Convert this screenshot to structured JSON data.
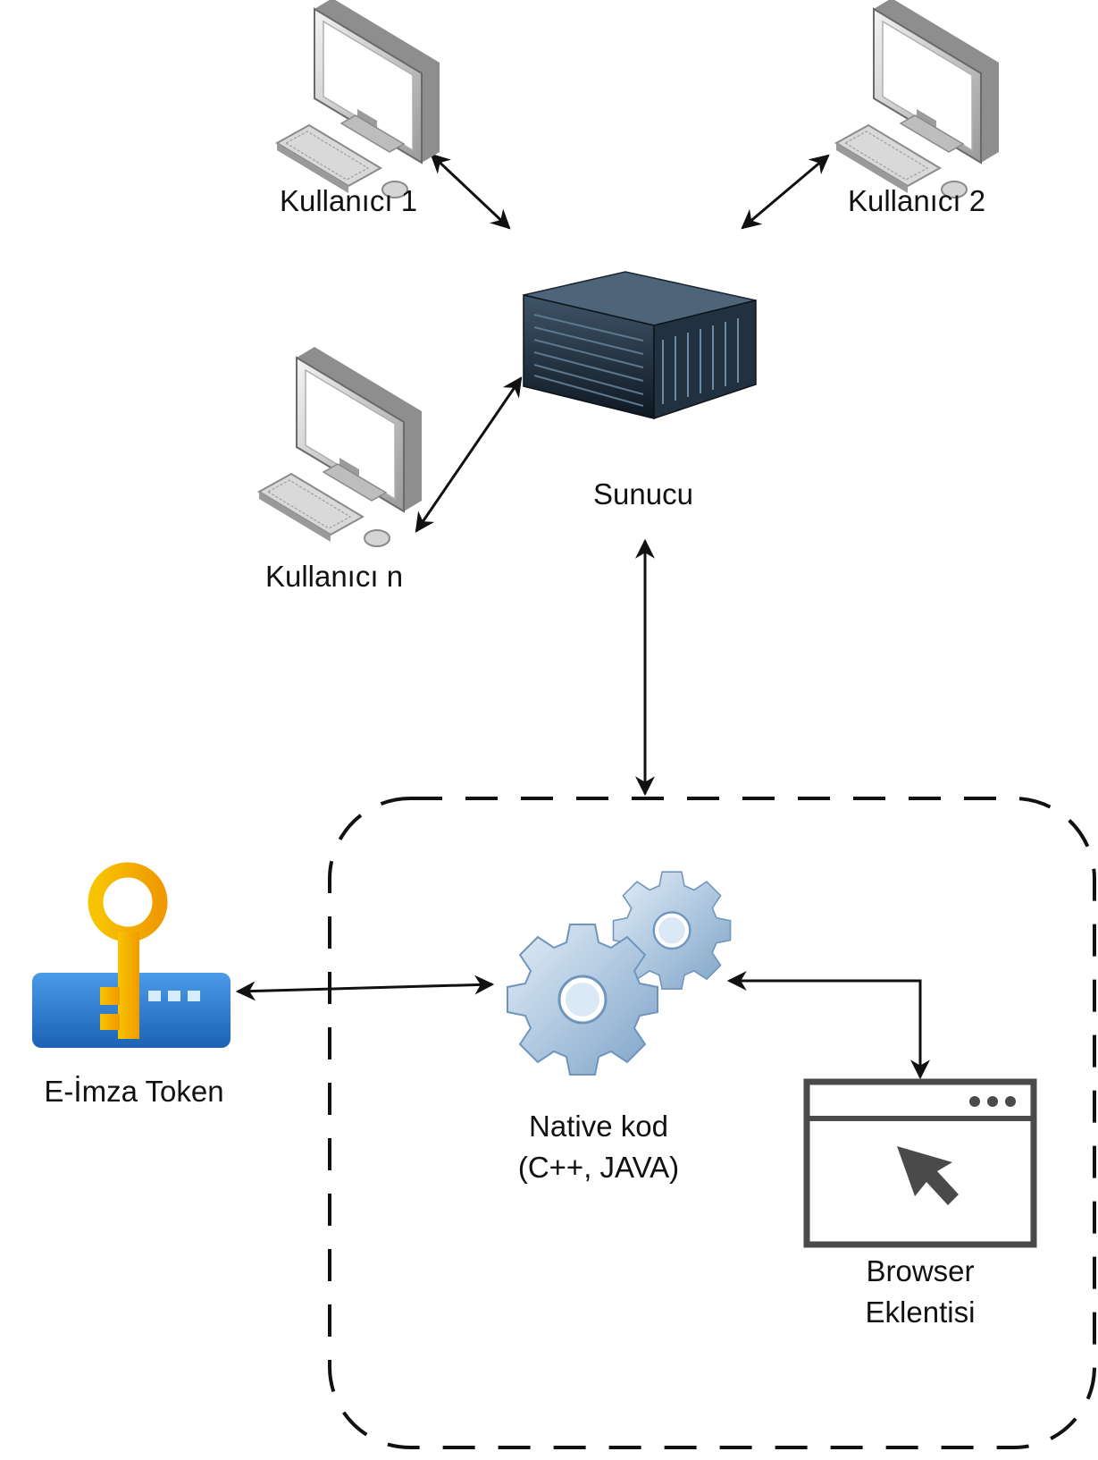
{
  "nodes": {
    "user1": {
      "label": "Kullanıcı 1",
      "icon": "desktop-computer-icon"
    },
    "user2": {
      "label": "Kullanıcı 2",
      "icon": "desktop-computer-icon"
    },
    "usern": {
      "label": "Kullanıcı n",
      "icon": "desktop-computer-icon"
    },
    "server": {
      "label": "Sunucu",
      "icon": "server-rack-icon"
    },
    "token": {
      "label": "E-İmza Token",
      "icon": "key-token-icon"
    },
    "native": {
      "label_line1": "Native kod",
      "label_line2": "(C++, JAVA)",
      "icon": "gears-icon"
    },
    "browser": {
      "label_line1": "Browser",
      "label_line2": "Eklentisi",
      "icon": "browser-window-icon"
    }
  },
  "edges": [
    {
      "from": "user1",
      "to": "server",
      "type": "bidirectional"
    },
    {
      "from": "user2",
      "to": "server",
      "type": "bidirectional"
    },
    {
      "from": "usern",
      "to": "server",
      "type": "bidirectional"
    },
    {
      "from": "server",
      "to": "local-group",
      "type": "bidirectional"
    },
    {
      "from": "token",
      "to": "native",
      "type": "bidirectional"
    },
    {
      "from": "native",
      "to": "browser",
      "type": "bidirectional"
    }
  ],
  "colors": {
    "arrow": "#111111",
    "group_border": "#111111",
    "key_gold": "#f5b301",
    "token_blue": "#2f7fd6",
    "server_dark": "#1f2d3a",
    "gear_blue": "#b9d2ea"
  }
}
